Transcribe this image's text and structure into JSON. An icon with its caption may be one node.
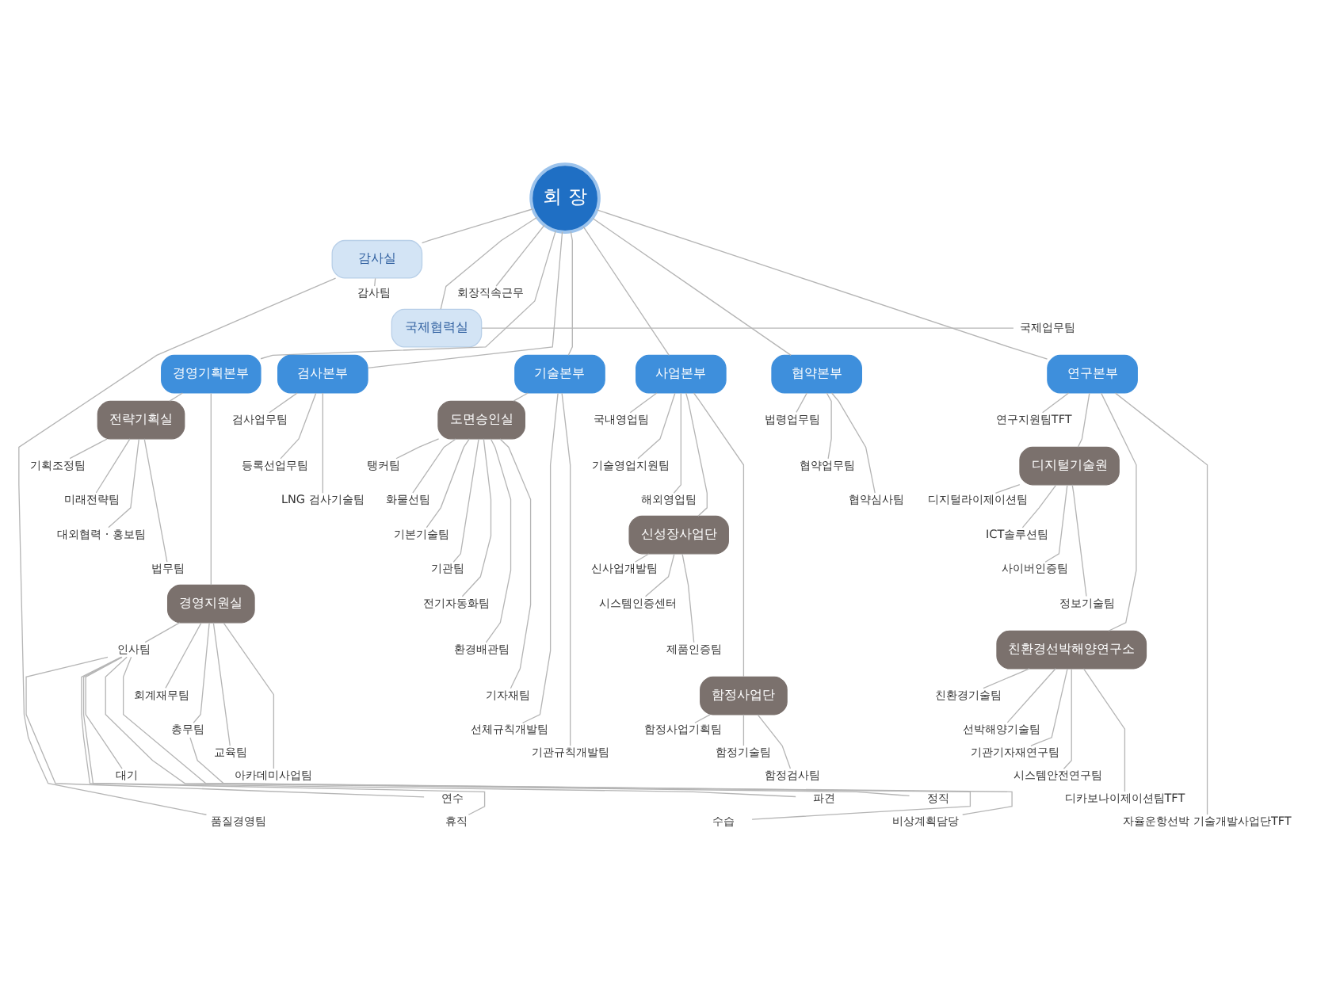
{
  "diagram": {
    "nodes": [
      {
        "text": [
          "회 장"
        ]
      },
      {
        "text": [
          "감사실"
        ]
      },
      {
        "text": [
          "품질경영팀"
        ]
      },
      {
        "text": [
          "감사팀"
        ]
      },
      {
        "text": [
          "국제협력실"
        ]
      },
      {
        "text": [
          "국제업무팀"
        ]
      },
      {
        "text": [
          "회장직속근무"
        ]
      },
      {
        "text": [
          "경영기획본부"
        ]
      },
      {
        "text": [
          "전략기획실"
        ]
      },
      {
        "text": [
          "기획조정팀"
        ]
      },
      {
        "text": [
          "미래전략팀"
        ]
      },
      {
        "text": [
          "대외협력 · 홍보팀"
        ]
      },
      {
        "text": [
          "법무팀"
        ]
      },
      {
        "text": [
          "경영지원실"
        ]
      },
      {
        "text": [
          "인사팀"
        ]
      },
      {
        "text": [
          "회계재무팀"
        ]
      },
      {
        "text": [
          "총무팀"
        ]
      },
      {
        "text": [
          "교육팀"
        ]
      },
      {
        "text": [
          "아카데미사업팀"
        ]
      },
      {
        "text": [
          "연수"
        ]
      },
      {
        "text": [
          "휴직"
        ]
      },
      {
        "text": [
          "파견"
        ]
      },
      {
        "text": [
          "대기"
        ]
      },
      {
        "text": [
          "정직"
        ]
      },
      {
        "text": [
          "수습"
        ]
      },
      {
        "text": [
          "비상계획담당"
        ]
      },
      {
        "text": [
          "검사본부"
        ]
      },
      {
        "text": [
          "검사업무팀"
        ]
      },
      {
        "text": [
          "등록선업무팀"
        ]
      },
      {
        "text": [
          "LNG 검사기술팀"
        ]
      },
      {
        "text": [
          "기술본부"
        ]
      },
      {
        "text": [
          "도면승인실"
        ]
      },
      {
        "text": [
          "탱커팀"
        ]
      },
      {
        "text": [
          "화물선팀"
        ]
      },
      {
        "text": [
          "기본기술팀"
        ]
      },
      {
        "text": [
          "기관팀"
        ]
      },
      {
        "text": [
          "전기자동화팀"
        ]
      },
      {
        "text": [
          "환경배관팀"
        ]
      },
      {
        "text": [
          "기자재팀"
        ]
      },
      {
        "text": [
          "선체규칙개발팀"
        ]
      },
      {
        "text": [
          "기관규칙개발팀"
        ]
      },
      {
        "text": [
          "사업본부"
        ]
      },
      {
        "text": [
          "국내영업팀"
        ]
      },
      {
        "text": [
          "기술영업지원팀"
        ]
      },
      {
        "text": [
          "해외영업팀"
        ]
      },
      {
        "text": [
          "신성장사업단"
        ]
      },
      {
        "text": [
          "신사업개발팀"
        ]
      },
      {
        "text": [
          "시스템인증센터"
        ]
      },
      {
        "text": [
          "제품인증팀"
        ]
      },
      {
        "text": [
          "함정사업단"
        ]
      },
      {
        "text": [
          "함정사업기획팀"
        ]
      },
      {
        "text": [
          "함정기술팀"
        ]
      },
      {
        "text": [
          "함정검사팀"
        ]
      },
      {
        "text": [
          "협약본부"
        ]
      },
      {
        "text": [
          "법령업무팀"
        ]
      },
      {
        "text": [
          "협약업무팀"
        ]
      },
      {
        "text": [
          "협약심사팀"
        ]
      },
      {
        "text": [
          "연구본부"
        ]
      },
      {
        "text": [
          "연구지원팀TFT"
        ]
      },
      {
        "text": [
          "디지털기술원"
        ]
      },
      {
        "text": [
          "디지털라이제이션팀"
        ]
      },
      {
        "text": [
          "ICT솔루션팀"
        ]
      },
      {
        "text": [
          "사이버인증팀"
        ]
      },
      {
        "text": [
          "정보기술팀"
        ]
      },
      {
        "text": [
          "친환경선박해양연구소"
        ]
      },
      {
        "text": [
          "친환경기술팀"
        ]
      },
      {
        "text": [
          "선박해양기술팀"
        ]
      },
      {
        "text": [
          "기관기자재연구팀"
        ]
      },
      {
        "text": [
          "시스템안전연구팀"
        ]
      },
      {
        "text": [
          "디카보나이제이션팀TFT"
        ]
      },
      {
        "text": [
          "자율운항선박 기술개발사업단TFT"
        ]
      }
    ],
    "edges": [
      {
        "from": 0,
        "to": 1,
        "arrow": "none"
      },
      {
        "from": 1,
        "to": 2,
        "arrow": "none"
      },
      {
        "from": 1,
        "to": 3,
        "arrow": "none"
      },
      {
        "from": 0,
        "to": 6,
        "arrow": "none"
      },
      {
        "from": 0,
        "to": 4,
        "arrow": "none"
      },
      {
        "from": 4,
        "to": 5,
        "arrow": "none"
      },
      {
        "from": 0,
        "to": 7,
        "arrow": "none"
      },
      {
        "from": 7,
        "to": 8,
        "arrow": "none"
      },
      {
        "from": 8,
        "to": 9,
        "arrow": "none"
      },
      {
        "from": 8,
        "to": 10,
        "arrow": "none"
      },
      {
        "from": 8,
        "to": 11,
        "arrow": "none"
      },
      {
        "from": 8,
        "to": 12,
        "arrow": "none"
      },
      {
        "from": 7,
        "to": 13,
        "arrow": "none"
      },
      {
        "from": 13,
        "to": 14,
        "arrow": "none"
      },
      {
        "from": 13,
        "to": 15,
        "arrow": "none"
      },
      {
        "from": 13,
        "to": 16,
        "arrow": "none"
      },
      {
        "from": 13,
        "to": 17,
        "arrow": "none"
      },
      {
        "from": 13,
        "to": 18,
        "arrow": "none"
      },
      {
        "from": 14,
        "to": 19,
        "arrow": "none"
      },
      {
        "from": 14,
        "to": 20,
        "arrow": "none"
      },
      {
        "from": 14,
        "to": 21,
        "arrow": "none"
      },
      {
        "from": 14,
        "to": 22,
        "arrow": "none"
      },
      {
        "from": 14,
        "to": 23,
        "arrow": "none"
      },
      {
        "from": 14,
        "to": 24,
        "arrow": "none"
      },
      {
        "from": 16,
        "to": 25,
        "arrow": "none"
      },
      {
        "from": 0,
        "to": 26,
        "arrow": "none"
      },
      {
        "from": 26,
        "to": 27,
        "arrow": "none"
      },
      {
        "from": 26,
        "to": 28,
        "arrow": "none"
      },
      {
        "from": 26,
        "to": 29,
        "arrow": "none"
      },
      {
        "from": 0,
        "to": 30,
        "arrow": "none"
      },
      {
        "from": 30,
        "to": 31,
        "arrow": "none"
      },
      {
        "from": 31,
        "to": 32,
        "arrow": "none"
      },
      {
        "from": 31,
        "to": 33,
        "arrow": "none"
      },
      {
        "from": 31,
        "to": 34,
        "arrow": "none"
      },
      {
        "from": 31,
        "to": 35,
        "arrow": "none"
      },
      {
        "from": 31,
        "to": 36,
        "arrow": "none"
      },
      {
        "from": 31,
        "to": 37,
        "arrow": "none"
      },
      {
        "from": 31,
        "to": 38,
        "arrow": "none"
      },
      {
        "from": 30,
        "to": 39,
        "arrow": "none"
      },
      {
        "from": 30,
        "to": 40,
        "arrow": "none"
      },
      {
        "from": 0,
        "to": 41,
        "arrow": "none"
      },
      {
        "from": 41,
        "to": 42,
        "arrow": "none"
      },
      {
        "from": 41,
        "to": 43,
        "arrow": "none"
      },
      {
        "from": 41,
        "to": 44,
        "arrow": "none"
      },
      {
        "from": 41,
        "to": 45,
        "arrow": "none"
      },
      {
        "from": 45,
        "to": 46,
        "arrow": "none"
      },
      {
        "from": 45,
        "to": 47,
        "arrow": "none"
      },
      {
        "from": 45,
        "to": 48,
        "arrow": "none"
      },
      {
        "from": 41,
        "to": 49,
        "arrow": "none"
      },
      {
        "from": 49,
        "to": 50,
        "arrow": "none"
      },
      {
        "from": 49,
        "to": 51,
        "arrow": "none"
      },
      {
        "from": 49,
        "to": 52,
        "arrow": "none"
      },
      {
        "from": 0,
        "to": 53,
        "arrow": "none"
      },
      {
        "from": 53,
        "to": 54,
        "arrow": "none"
      },
      {
        "from": 53,
        "to": 55,
        "arrow": "none"
      },
      {
        "from": 53,
        "to": 56,
        "arrow": "none"
      },
      {
        "from": 0,
        "to": 57,
        "arrow": "none"
      },
      {
        "from": 57,
        "to": 58,
        "arrow": "none"
      },
      {
        "from": 57,
        "to": 59,
        "arrow": "none"
      },
      {
        "from": 59,
        "to": 60,
        "arrow": "none"
      },
      {
        "from": 59,
        "to": 61,
        "arrow": "none"
      },
      {
        "from": 59,
        "to": 62,
        "arrow": "none"
      },
      {
        "from": 59,
        "to": 63,
        "arrow": "none"
      },
      {
        "from": 57,
        "to": 64,
        "arrow": "none"
      },
      {
        "from": 64,
        "to": 65,
        "arrow": "none"
      },
      {
        "from": 64,
        "to": 66,
        "arrow": "none"
      },
      {
        "from": 64,
        "to": 67,
        "arrow": "none"
      },
      {
        "from": 64,
        "to": 68,
        "arrow": "none"
      },
      {
        "from": 64,
        "to": 69,
        "arrow": "none"
      },
      {
        "from": 57,
        "to": 70,
        "arrow": "none"
      }
    ]
  }
}
